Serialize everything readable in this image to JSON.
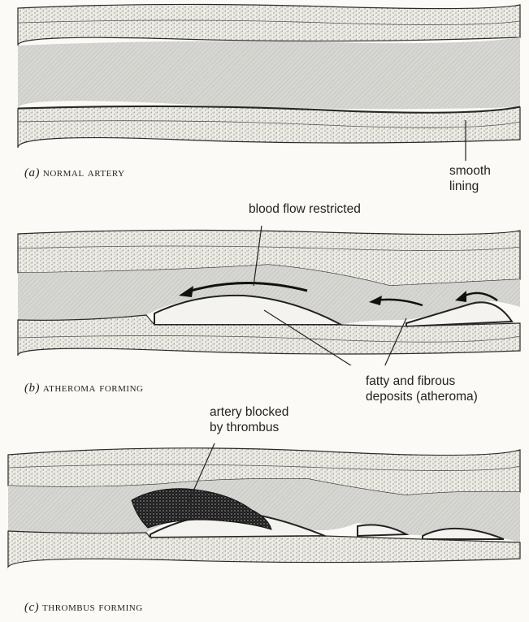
{
  "panels": [
    {
      "letter": "(a)",
      "caption": "NORMAL ARTERY",
      "labels": [
        "smooth\nlining"
      ]
    },
    {
      "letter": "(b)",
      "caption": "ATHEROMA FORMING",
      "labels": [
        "blood flow restricted",
        "fatty and fibrous\ndeposits (atheroma)"
      ]
    },
    {
      "letter": "(c)",
      "caption": "THROMBUS FORMING",
      "labels": [
        "artery blocked\nby thrombus"
      ]
    }
  ],
  "colors": {
    "lumen": "#d4d4d0",
    "wall": "#e9e7e0",
    "ink": "#2a2a2a",
    "deposit": "#f4f3ef",
    "thrombus": "#1e1e1e"
  }
}
